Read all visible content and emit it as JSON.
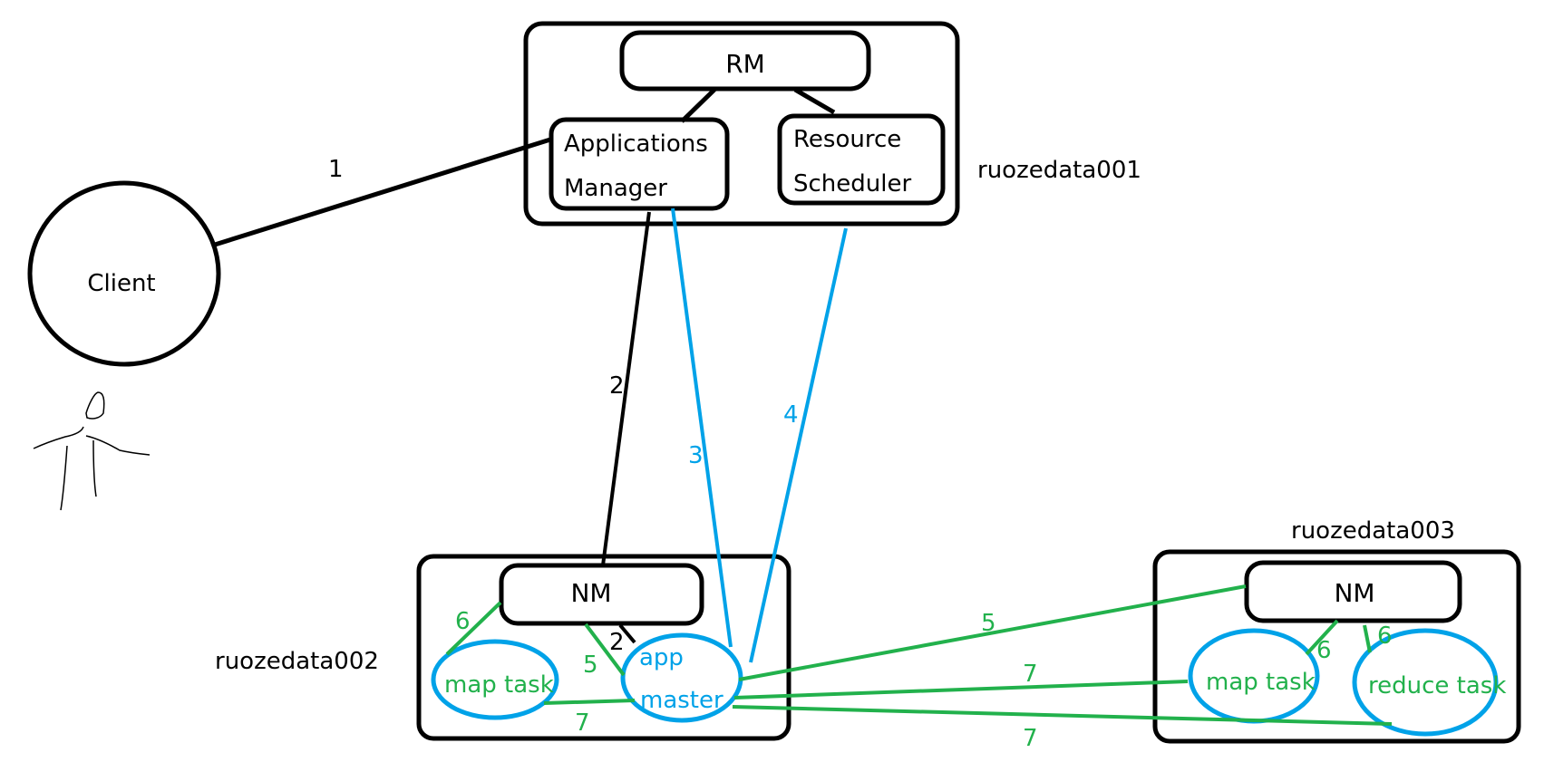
{
  "colors": {
    "black": "#000000",
    "blue": "#00a2e8",
    "green": "#22b14c"
  },
  "hosts": {
    "host1": "ruozedata001",
    "host2": "ruozedata002",
    "host3": "ruozedata003"
  },
  "nodes": {
    "client": "Client",
    "rm": "RM",
    "applications_manager_line1": "Applications",
    "applications_manager_line2": "Manager",
    "resource_scheduler_line1": "Resource",
    "resource_scheduler_line2": "Scheduler",
    "nm2": "NM",
    "nm3": "NM",
    "map_task_2": "map task",
    "app_master_line1": "app",
    "app_master_line2": "master",
    "map_task_3": "map task",
    "reduce_task_3": "reduce task"
  },
  "steps": {
    "s1": "1",
    "s2_long": "2",
    "s2_short": "2",
    "s3": "3",
    "s4": "4",
    "s5_local": "5",
    "s5_remote": "5",
    "s6_host2": "6",
    "s6_host3_map": "6",
    "s6_host3_reduce": "6",
    "s7_local": "7",
    "s7_remote_map": "7",
    "s7_remote_reduce": "7"
  },
  "actor": "user-stick-figure"
}
